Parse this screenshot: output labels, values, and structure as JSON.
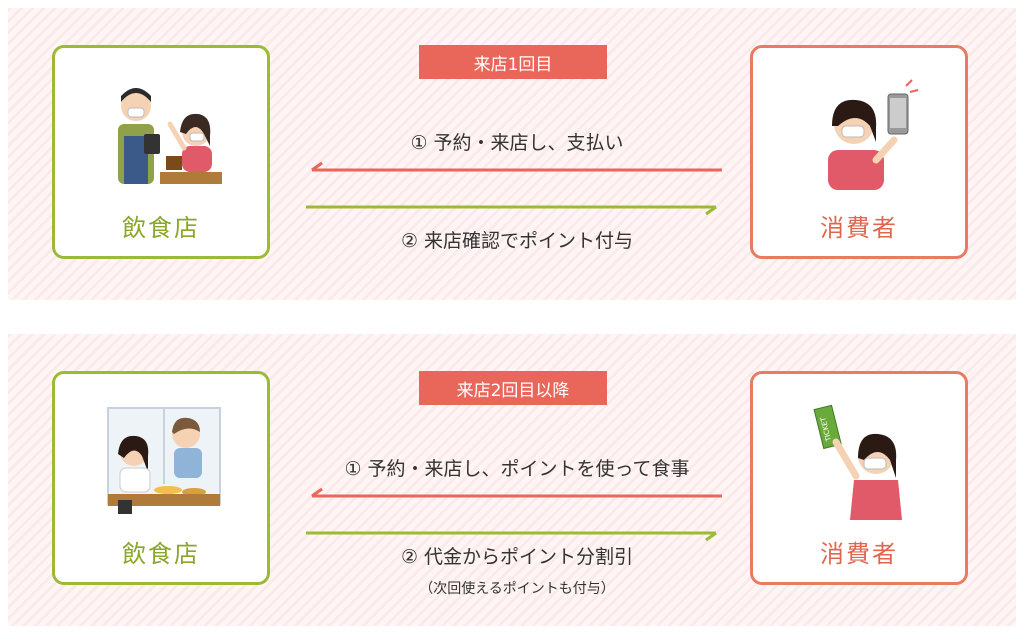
{
  "colors": {
    "shop_accent": "#9bbb36",
    "consumer_accent": "#e87b62",
    "badge": "#e8675a",
    "arrow_left": "#e8675a",
    "arrow_right": "#9bbb36"
  },
  "panels": [
    {
      "badge": "来店1回目",
      "shop_label": "飲食店",
      "consumer_label": "消費者",
      "step1": "① 予約・来店し、支払い",
      "step2": "② 来店確認でポイント付与",
      "step2_note": ""
    },
    {
      "badge": "来店2回目以降",
      "shop_label": "飲食店",
      "consumer_label": "消費者",
      "step1": "① 予約・来店し、ポイントを使って食事",
      "step2": "② 代金からポイント分割引",
      "step2_note": "（次回使えるポイントも付与）"
    }
  ]
}
